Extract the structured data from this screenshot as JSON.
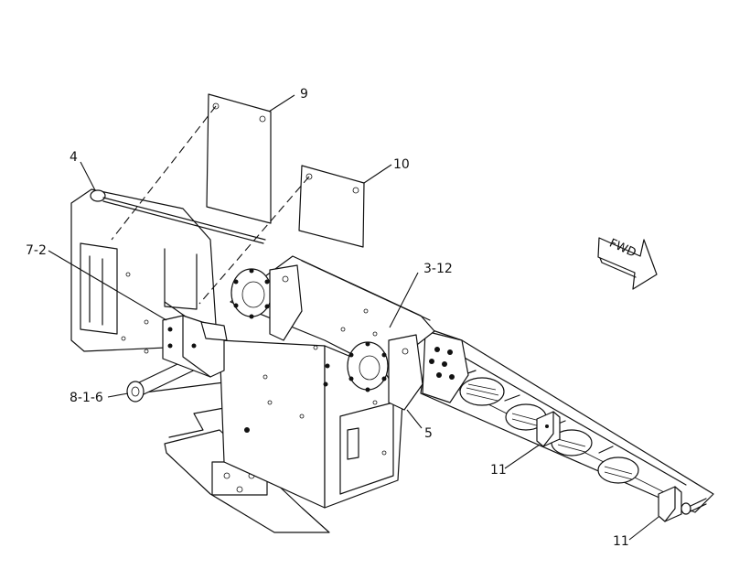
{
  "callouts": {
    "c9": "9",
    "c10": "10",
    "c4": "4",
    "c72": "7-2",
    "c312": "3-12",
    "c816": "8-1-6",
    "c5": "5",
    "c11a": "11",
    "c11b": "11"
  },
  "fwd": {
    "text": "FWD"
  },
  "colors": {
    "line": "#111111",
    "background": "#ffffff"
  }
}
